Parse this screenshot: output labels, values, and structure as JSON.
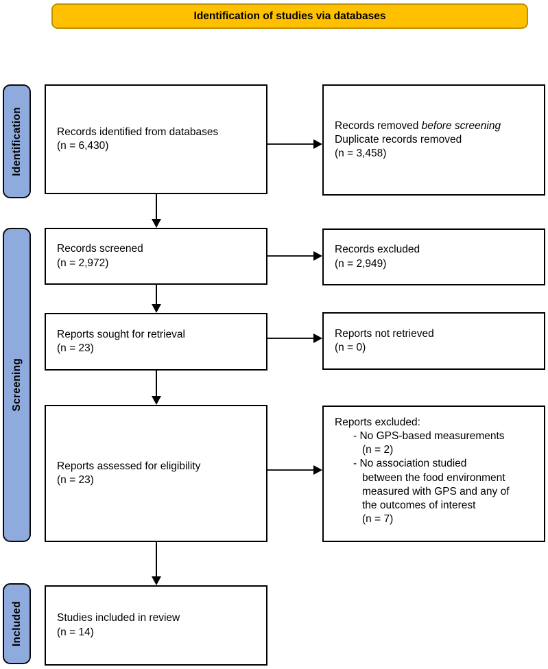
{
  "title": {
    "label": "Identification of studies via databases"
  },
  "colors": {
    "banner_fill": "#FFC000",
    "banner_border": "#BF9000",
    "stage_fill": "#8FAADC",
    "box_border": "#000000"
  },
  "stages": [
    {
      "label": "Identification"
    },
    {
      "label": "Screening"
    },
    {
      "label": "Included"
    }
  ],
  "main_boxes": [
    {
      "text": "Records identified from databases\n(n = 6,430)"
    },
    {
      "text": "Records screened\n(n = 2,972)"
    },
    {
      "text": "Reports sought for retrieval\n(n = 23)"
    },
    {
      "text": "Reports assessed for eligibility\n(n = 23)"
    },
    {
      "text": "Studies included in review\n(n = 14)"
    }
  ],
  "side_boxes": [
    {
      "line1_regular": "Records removed ",
      "line1_italic": "before screening",
      "rest": "Duplicate records removed\n(n = 3,458)"
    },
    {
      "text": "Records excluded\n(n = 2,949)"
    },
    {
      "text": "Reports not retrieved\n(n = 0)"
    },
    {
      "header": "Reports excluded:",
      "items": [
        "- No GPS-based measurements\n(n = 2)",
        "- No association studied\nbetween the food environment\nmeasured with GPS and any of\nthe outcomes of interest\n(n = 7)"
      ]
    }
  ]
}
